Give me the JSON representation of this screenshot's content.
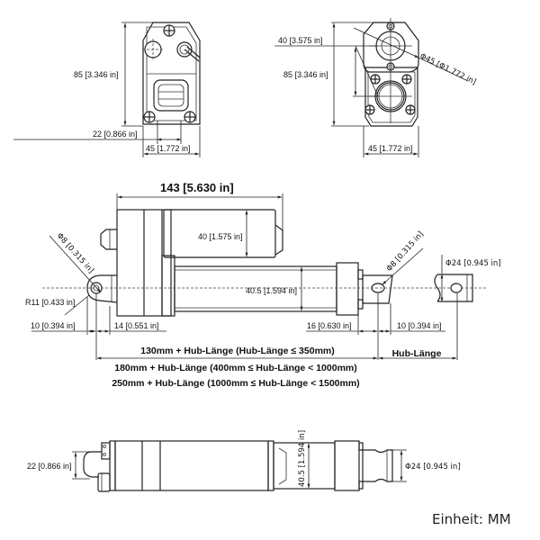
{
  "drawing": {
    "title": "Linear actuator dimensional drawing",
    "unit_label": "Einheit: MM",
    "views": {
      "top_left_end_view": {
        "height_dim": "85 [3.346 in]",
        "width_dim": "45 [1.772 in]",
        "hole_spacing_dim": "22 [0.866 in]"
      },
      "top_right_end_view": {
        "offset_dim": "40 [3.575 in]",
        "height_dim": "85 [3.346 in]",
        "width_dim": "45 [1.772 in]",
        "diameter_dim": "Φ45 [Φ1.772 in]"
      },
      "side_view": {
        "length_dim": "143 [5.630 in]",
        "motor_dia_dim": "40 [1.575 in]",
        "tube_dia_dim": "40.5 [1.594 in]",
        "rear_hole_dim": "Φ8 [0.315 in]",
        "rear_radius_dim": "R11 [0.433 in]",
        "rear_offset_dim": "10 [0.394 in]",
        "rear_bracket_dim": "14 [0.551 in]",
        "front_rod_dim": "16 [0.630 in]",
        "front_hole_dim": "Φ8 [0.315 in]",
        "front_offset_dim": "10 [0.394 in]",
        "rod_end_dia_dim": "Φ24 [0.945 in]",
        "retracted_formula_1": "130mm + Hub-Länge (Hub-Länge ≤ 350mm)",
        "retracted_formula_2": "180mm + Hub-Länge (400mm ≤ Hub-Länge  < 1000mm)",
        "retracted_formula_3": "250mm + Hub-Länge (1000mm ≤ Hub-Länge  <  1500mm)",
        "stroke_label": "Hub-Länge"
      },
      "top_view": {
        "bracket_dim": "22 [0.866 in]",
        "tube_dia_dim": "40.5 [1.594 in]",
        "rod_end_dia_dim": "Φ24 [0.945 in]"
      }
    }
  }
}
